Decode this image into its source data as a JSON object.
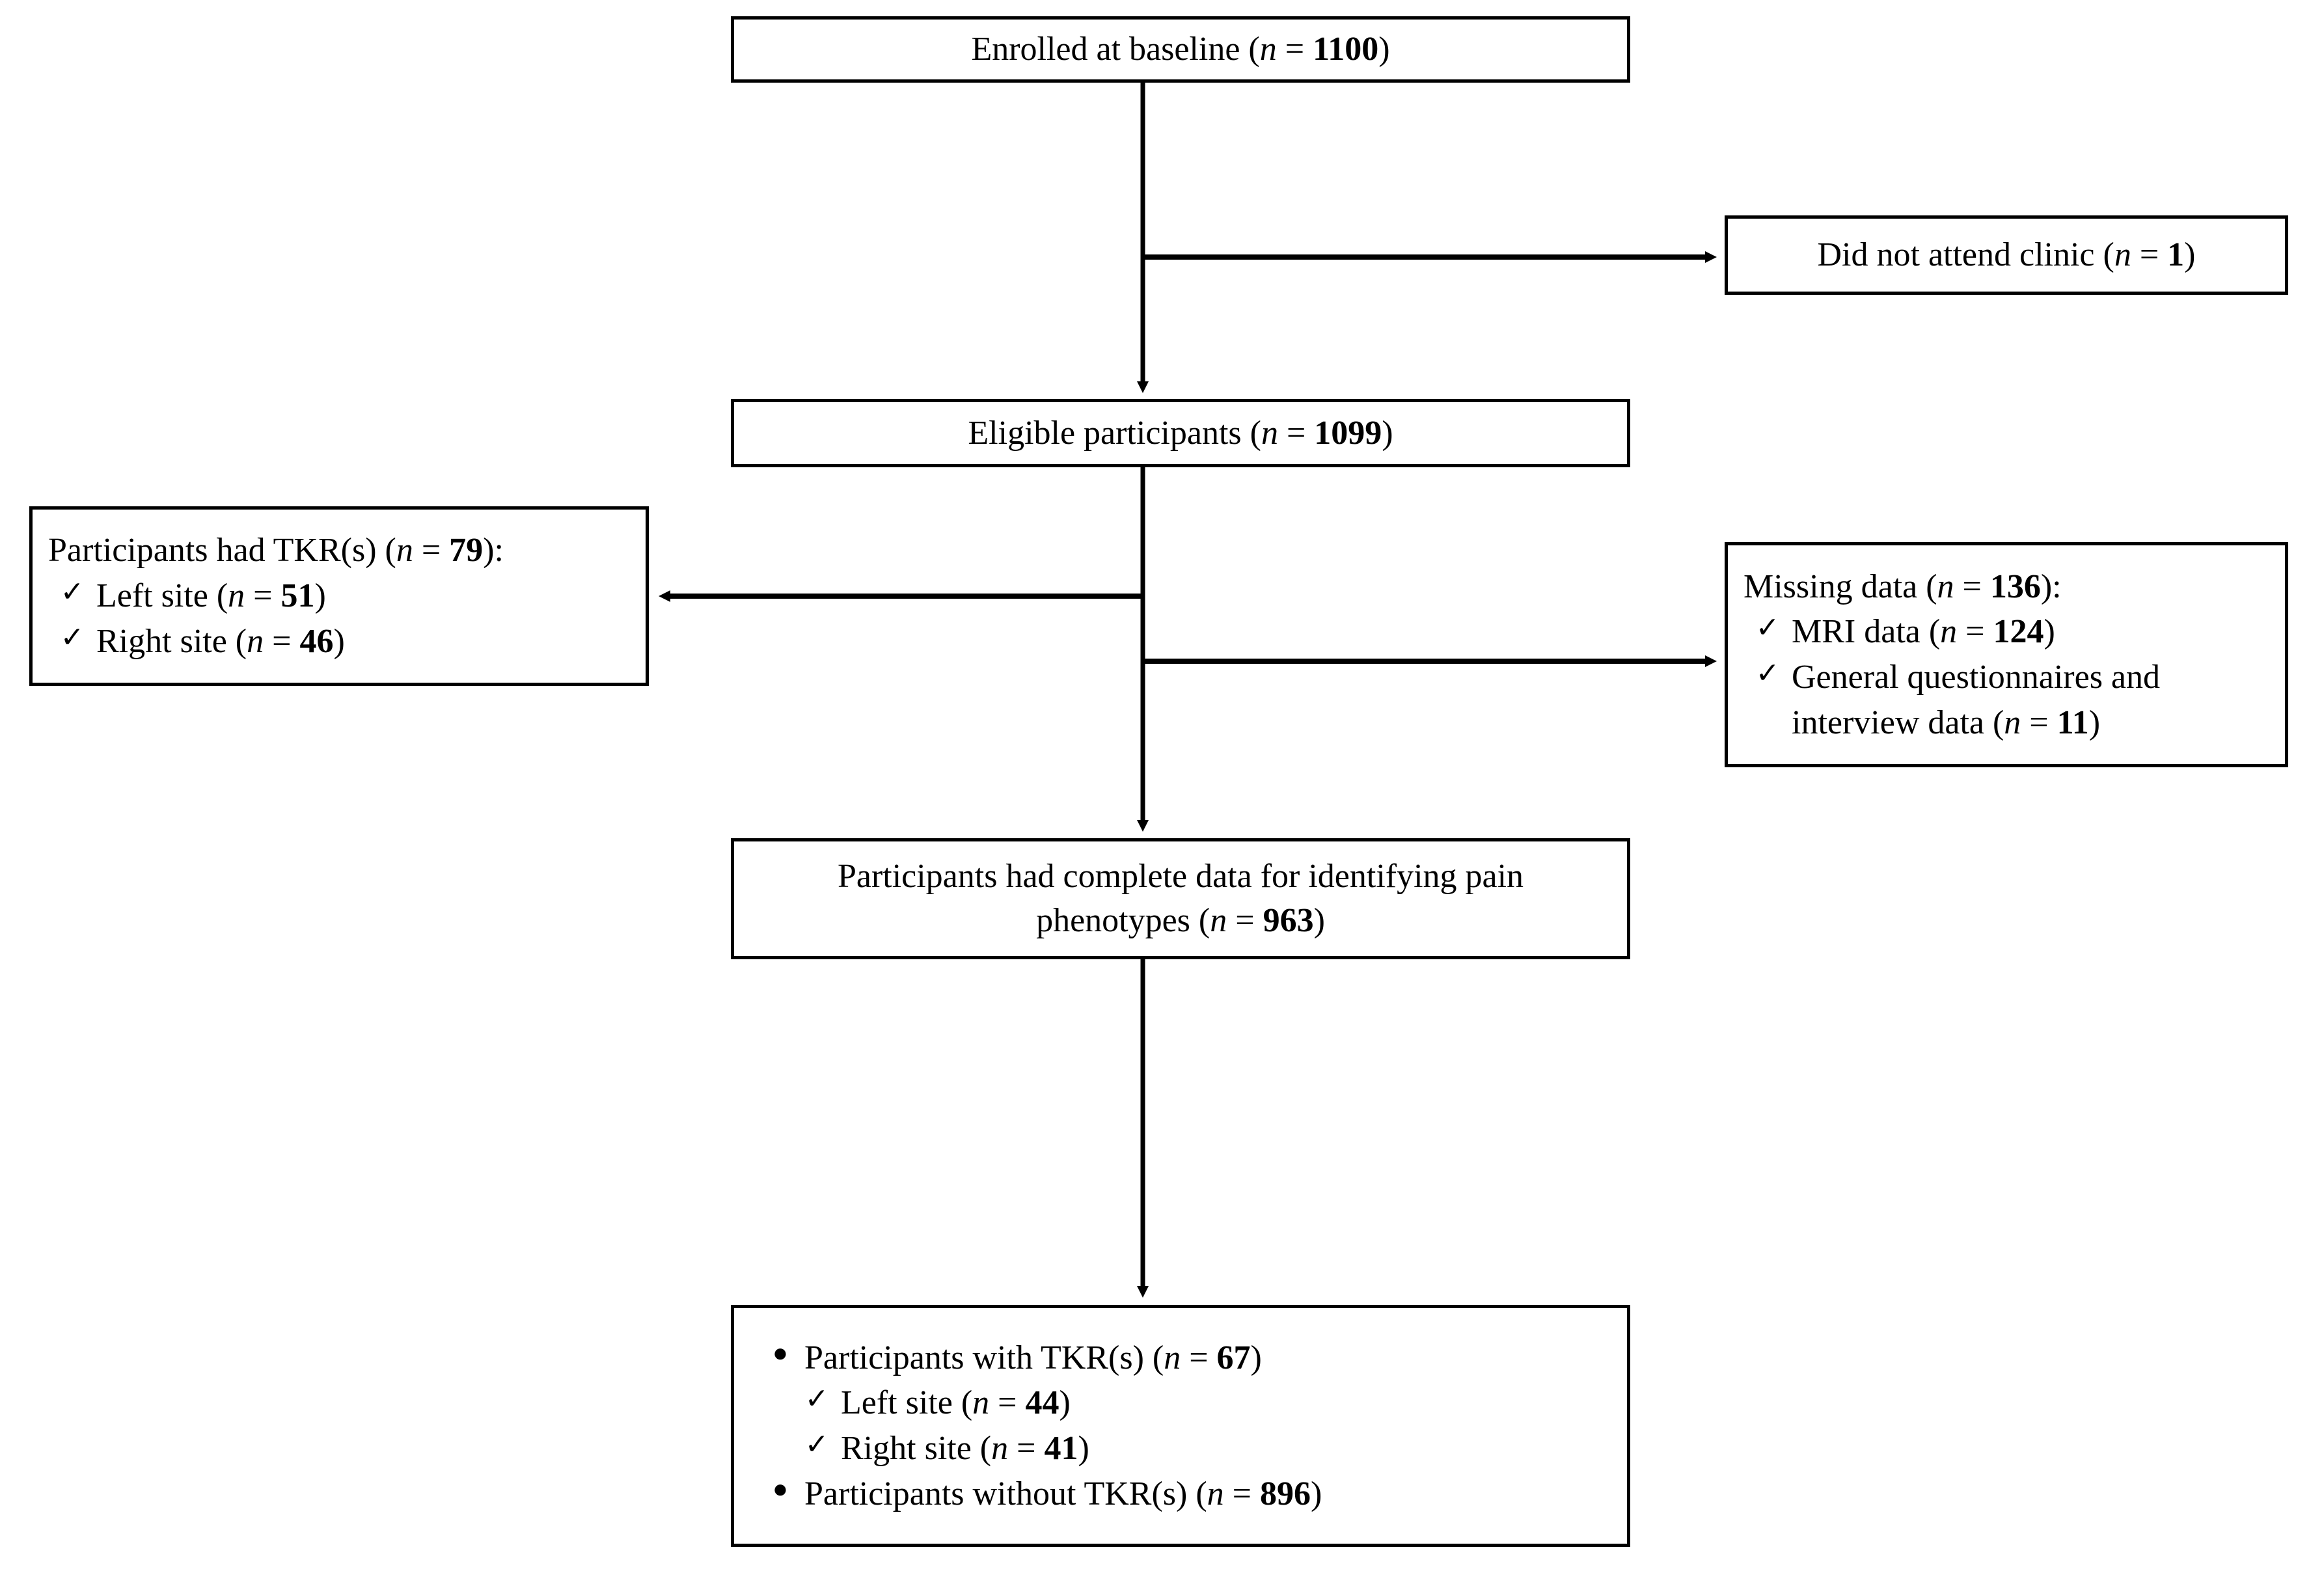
{
  "diagram": {
    "title": "Participant flow diagram",
    "type": "flowchart",
    "stroke_color": "#000000",
    "fill_color": "#ffffff"
  },
  "nodes": {
    "enrolled": {
      "text_prefix": "Enrolled at baseline (",
      "italic_n": "n",
      "eq": " = ",
      "count": "1100",
      "text_suffix": ")"
    },
    "did_not_attend": {
      "text_prefix": "Did not attend clinic (",
      "italic_n": "n",
      "eq": " = ",
      "count": "1",
      "text_suffix": ")"
    },
    "eligible": {
      "text_prefix": "Eligible  participants (",
      "italic_n": "n",
      "eq": " = ",
      "count": "1099",
      "text_suffix": ")"
    },
    "tkr_excluded": {
      "heading_prefix": "Participants had TKR(s)  (",
      "heading_n": "n",
      "heading_eq": " = ",
      "heading_count": "79",
      "heading_suffix": "):",
      "items": [
        {
          "mark": "check",
          "prefix": "Left  site (",
          "n": "n",
          "eq": " = ",
          "count": "51",
          "suffix": ")"
        },
        {
          "mark": "check",
          "prefix": "Right site (",
          "n": "n",
          "eq": " = ",
          "count": "46",
          "suffix": ")"
        }
      ]
    },
    "missing_data": {
      "heading_prefix": "Missing data (",
      "heading_n": "n",
      "heading_eq": " = ",
      "heading_count": "136",
      "heading_suffix": "):",
      "items": [
        {
          "mark": "check",
          "prefix": "MRI data (",
          "n": "n",
          "eq": " = ",
          "count": "124",
          "suffix": ")"
        },
        {
          "mark": "check",
          "prefix": "General  questionnaires and interview  data (",
          "n": "n",
          "eq": " = ",
          "count": "11",
          "suffix": ")"
        }
      ]
    },
    "complete_data": {
      "line1": "Participants had complete  data for identifying pain",
      "line2_prefix": "phenotypes (",
      "italic_n": "n",
      "eq": " = ",
      "count": "963",
      "text_suffix": ")"
    },
    "final_outcomes": {
      "items": [
        {
          "mark": "disc",
          "level": 0,
          "prefix": "Participants with TKR(s)  (",
          "n": "n",
          "eq": " = ",
          "count": "67",
          "suffix": ")"
        },
        {
          "mark": "check",
          "level": 1,
          "prefix": "Left  site (",
          "n": "n",
          "eq": " = ",
          "count": "44",
          "suffix": ")"
        },
        {
          "mark": "check",
          "level": 1,
          "prefix": "Right site (",
          "n": "n",
          "eq": " = ",
          "count": "41",
          "suffix": ")"
        },
        {
          "mark": "disc",
          "level": 0,
          "prefix": "Participants without TKR(s)  (",
          "n": "n",
          "eq": " = ",
          "count": "896",
          "suffix": ")"
        }
      ]
    }
  },
  "glyphs": {
    "check": "✓",
    "disc": "●"
  }
}
